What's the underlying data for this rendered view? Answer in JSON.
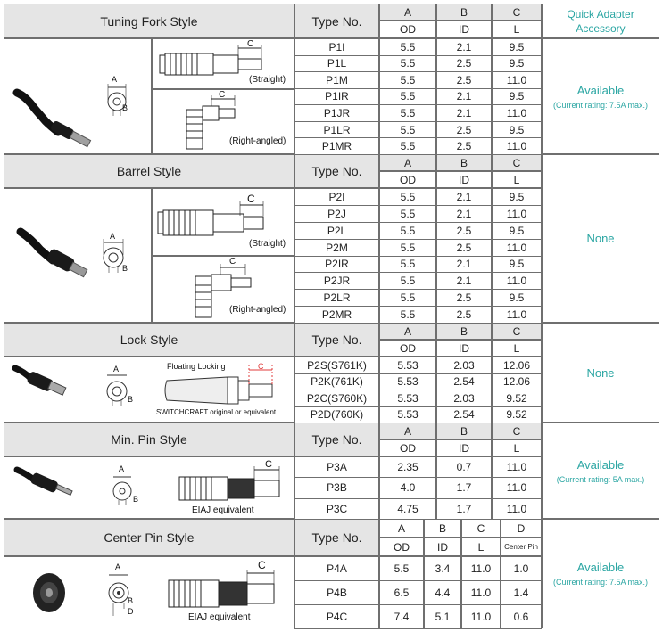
{
  "header": {
    "type_no": "Type No.",
    "col_a": "A",
    "col_b": "B",
    "col_c": "C",
    "col_d": "D",
    "od": "OD",
    "id": "ID",
    "l": "L",
    "center_pin": "Center Pin",
    "quick_adapter": "Quick Adapter Accessory"
  },
  "sections": [
    {
      "title": "Tuning Fork Style",
      "captions": [
        "(Straight)",
        "(Right-angled)"
      ],
      "rows": [
        [
          "P1I",
          "5.5",
          "2.1",
          "9.5"
        ],
        [
          "P1L",
          "5.5",
          "2.5",
          "9.5"
        ],
        [
          "P1M",
          "5.5",
          "2.5",
          "11.0"
        ],
        [
          "P1IR",
          "5.5",
          "2.1",
          "9.5"
        ],
        [
          "P1JR",
          "5.5",
          "2.1",
          "11.0"
        ],
        [
          "P1LR",
          "5.5",
          "2.5",
          "9.5"
        ],
        [
          "P1MR",
          "5.5",
          "2.5",
          "11.0"
        ]
      ],
      "adapter": "Available",
      "adapter_note": "(Current rating: 7.5A max.)"
    },
    {
      "title": "Barrel Style",
      "captions": [
        "(Straight)",
        "(Right-angled)"
      ],
      "rows": [
        [
          "P2I",
          "5.5",
          "2.1",
          "9.5"
        ],
        [
          "P2J",
          "5.5",
          "2.1",
          "11.0"
        ],
        [
          "P2L",
          "5.5",
          "2.5",
          "9.5"
        ],
        [
          "P2M",
          "5.5",
          "2.5",
          "11.0"
        ],
        [
          "P2IR",
          "5.5",
          "2.1",
          "9.5"
        ],
        [
          "P2JR",
          "5.5",
          "2.1",
          "11.0"
        ],
        [
          "P2LR",
          "5.5",
          "2.5",
          "9.5"
        ],
        [
          "P2MR",
          "5.5",
          "2.5",
          "11.0"
        ]
      ],
      "adapter": "None",
      "adapter_note": ""
    },
    {
      "title": "Lock Style",
      "captions": [
        "Floating Locking",
        "SWITCHCRAFT original or equivalent"
      ],
      "rows": [
        [
          "P2S(S761K)",
          "5.53",
          "2.03",
          "12.06"
        ],
        [
          "P2K(761K)",
          "5.53",
          "2.54",
          "12.06"
        ],
        [
          "P2C(S760K)",
          "5.53",
          "2.03",
          "9.52"
        ],
        [
          "P2D(760K)",
          "5.53",
          "2.54",
          "9.52"
        ]
      ],
      "adapter": "None",
      "adapter_note": ""
    },
    {
      "title": "Min. Pin Style",
      "captions": [
        "EIAJ equivalent"
      ],
      "rows": [
        [
          "P3A",
          "2.35",
          "0.7",
          "11.0"
        ],
        [
          "P3B",
          "4.0",
          "1.7",
          "11.0"
        ],
        [
          "P3C",
          "4.75",
          "1.7",
          "11.0"
        ]
      ],
      "adapter": "Available",
      "adapter_note": "(Current rating: 5A max.)"
    },
    {
      "title": "Center Pin Style",
      "captions": [
        "EIAJ equivalent"
      ],
      "rows": [
        [
          "P4A",
          "5.5",
          "3.4",
          "11.0",
          "1.0"
        ],
        [
          "P4B",
          "6.5",
          "4.4",
          "11.0",
          "1.4"
        ],
        [
          "P4C",
          "7.4",
          "5.1",
          "11.0",
          "0.6"
        ]
      ],
      "adapter": "Available",
      "adapter_note": "(Current rating: 7.5A max.)"
    }
  ],
  "dims": {
    "a": "A",
    "b": "B",
    "c": "C",
    "d": "D"
  },
  "colors": {
    "header_bg": "#e5e5e5",
    "accent": "#2ba6a3",
    "border": "#6f6f6f"
  }
}
